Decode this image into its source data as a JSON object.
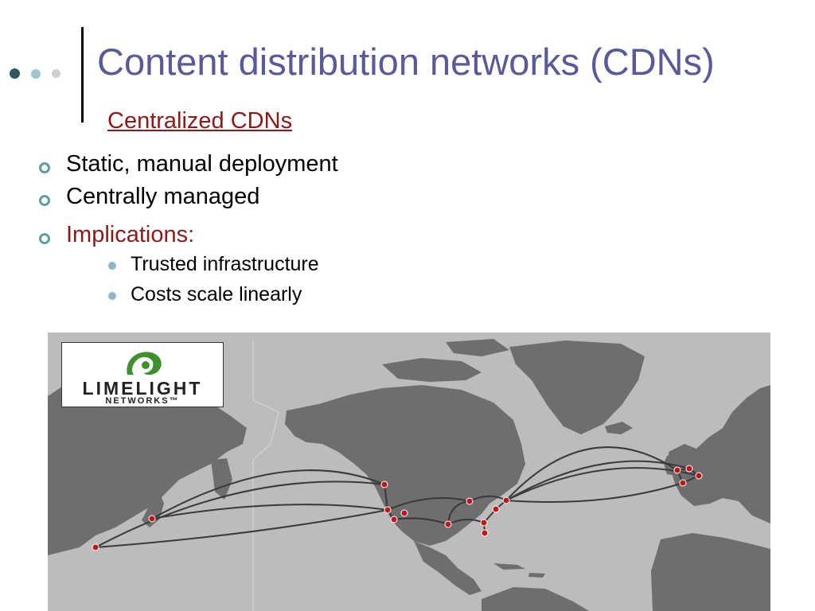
{
  "colors": {
    "title": "#5a5a9a",
    "subtitle": "#8b1a1a",
    "implications": "#8b1a1a",
    "ring_bullet": "#5f9ea0",
    "sub_bullet": "#8fb6c8",
    "dot_dark": "#2f5860",
    "dot_mid": "#9ec5c8",
    "dot_light": "#cfcfcf",
    "map_ocean": "#bcbcbc",
    "map_land": "#6e6e6e",
    "route": "#3a3a3a",
    "node": "#c0161a"
  },
  "slide": {
    "title": "Content distribution networks (CDNs)",
    "subtitle": "Centralized CDNs",
    "bullets": [
      {
        "text": "Static, manual deployment",
        "icon": "ring-bullet-icon"
      },
      {
        "text": "Centrally managed",
        "icon": "ring-bullet-icon"
      },
      {
        "text": "Implications:",
        "icon": "ring-bullet-icon"
      }
    ],
    "sub_bullets": [
      {
        "text": "Trusted infrastructure",
        "icon": "dot-bullet-icon"
      },
      {
        "text": "Costs scale linearly",
        "icon": "dot-bullet-icon"
      }
    ]
  },
  "map": {
    "logo": {
      "line1": "LIMELIGHT",
      "line2": "NETWORKS™",
      "icon": "limelight-swirl-icon"
    }
  }
}
